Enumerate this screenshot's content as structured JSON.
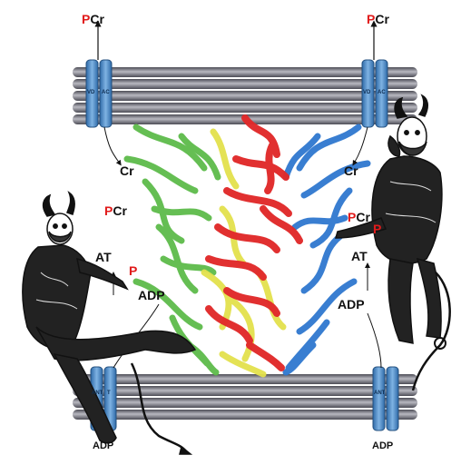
{
  "colors": {
    "membrane_dark": "#5d5d66",
    "membrane_light": "#a6a6ae",
    "channel_blue": "#3f7ec0",
    "channel_light": "#6aa3d8",
    "protein_green": "#5dbb4a",
    "protein_yellow": "#e3e14c",
    "protein_red": "#e12a2a",
    "protein_blue": "#2f78cf",
    "label_red": "#e11b1b",
    "ink": "#111111"
  },
  "labels": {
    "pcr_top_left": {
      "prefix": "P",
      "text": "Cr"
    },
    "pcr_top_right": {
      "prefix": "P",
      "text": "Cr"
    },
    "vd_left": "VD",
    "ac_left": "AC",
    "vd_right": "VD",
    "ac_right": "AC",
    "cr_left": "Cr",
    "cr_right": "Cr",
    "pcr_mid_left": {
      "prefix": "P",
      "text": "Cr"
    },
    "pcr_mid_right": {
      "prefix": "P",
      "text": "Cr"
    },
    "at_left": "AT",
    "p_left": "P",
    "adp_left_mid": "ADP",
    "at_right": "AT",
    "p_right": "P",
    "adp_right_mid": "ADP",
    "ant_left": "ANT",
    "t_left": "T",
    "ant_right": "ANT",
    "adp_bottom_left": "ADP",
    "adp_bottom_right": "ADP"
  }
}
